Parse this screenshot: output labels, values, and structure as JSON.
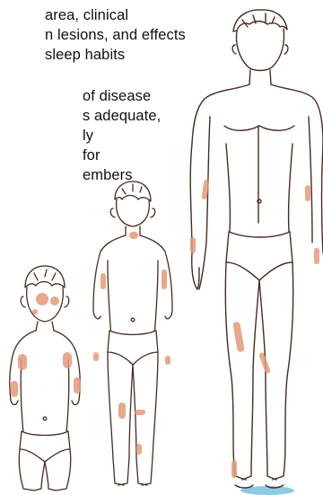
{
  "text": {
    "paragraph1": {
      "line1": "area, clinical",
      "line2": "n lesions, and effects",
      "line3": "sleep habits"
    },
    "paragraph2": {
      "line1": "of disease",
      "line2": "s adequate,",
      "line3": "ly",
      "line4": "for",
      "line5": "embers"
    }
  },
  "illustration": {
    "figures": [
      "toddler",
      "child",
      "adult"
    ],
    "stroke_color": "#4a2a1f",
    "lesion_color": "#e59a78",
    "floor_color": "#8ecbe3"
  }
}
